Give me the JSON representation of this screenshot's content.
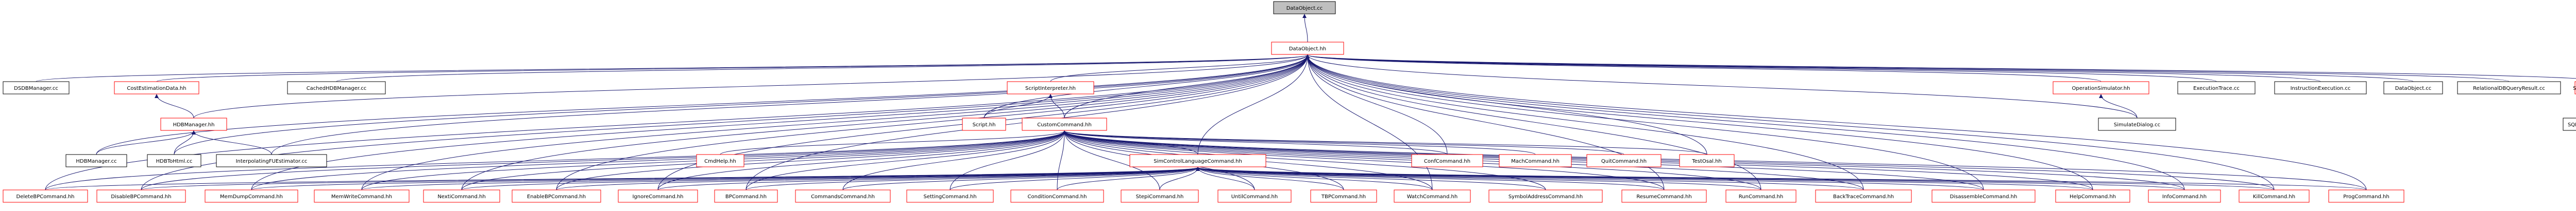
{
  "colors": {
    "edge": "#191970",
    "node_border_default": "#000000",
    "node_border_header": "#ff0000",
    "node_fill": "#ffffff",
    "root_fill": "#bfbfbf"
  },
  "nodes": {
    "root": "DataObject.cc",
    "dataobject_hh": "DataObject.hh",
    "dsdbmanager": "DSDBManager.cc",
    "costestimationdata": "CostEstimationData.hh",
    "cachedhdbmanager": "CachedHDBManager.cc",
    "scriptinterpreter": "ScriptInterpreter.hh",
    "operationsimulator": "OperationSimulator.hh",
    "executiontrace": "ExecutionTrace.cc",
    "instructionexecution": "InstructionExecution.cc",
    "dataobject_cc2": "DataObject.cc",
    "relationaldbqueryresult": "RelationalDBQueryResult.cc",
    "sqlitequeryresult_hh": "SQLiteQueryResult.hh",
    "hdbmanager_hh": "HDBManager.hh",
    "script_hh": "Script.hh",
    "customcommand": "CustomCommand.hh",
    "simulatedialog": "SimulateDialog.cc",
    "sqlitequeryresult_cc": "SQLiteQueryResult.cc",
    "hdbmanager_cc": "HDBManager.cc",
    "hdbtohtml": "HDBToHtml.cc",
    "interpolatingfuestimator": "InterpolatingFUEstimator.cc",
    "cmdhelp": "CmdHelp.hh",
    "simcontrollanguagecommand": "SimControlLanguageCommand.hh",
    "confcommand": "ConfCommand.hh",
    "machcommand": "MachCommand.hh",
    "quitcommand": "QuitCommand.hh",
    "testosal": "TestOsal.hh",
    "deletebpcommand": "DeleteBPCommand.hh",
    "disablebpcommand": "DisableBPCommand.hh",
    "memdumpcommand": "MemDumpCommand.hh",
    "memwritecommand": "MemWriteCommand.hh",
    "nexticommand": "NextiCommand.hh",
    "enablebpcommand": "EnableBPCommand.hh",
    "ignorecommand": "IgnoreCommand.hh",
    "bpcommand": "BPCommand.hh",
    "commandscommand": "CommandsCommand.hh",
    "settingcommand": "SettingCommand.hh",
    "conditioncommand": "ConditionCommand.hh",
    "stepicommand": "StepiCommand.hh",
    "untilcommand": "UntilCommand.hh",
    "tbpcommand": "TBPCommand.hh",
    "watchcommand": "WatchCommand.hh",
    "symboladdresscommand": "SymbolAddressCommand.hh",
    "resumecommand": "ResumeCommand.hh",
    "runcommand": "RunCommand.hh",
    "backtracecommand": "BackTraceCommand.hh",
    "disassemblecommand": "DisassembleCommand.hh",
    "helpcommand": "HelpCommand.hh",
    "infocommand": "InfoCommand.hh",
    "killcommand": "KillCommand.hh",
    "progcommand": "ProgCommand.hh"
  }
}
